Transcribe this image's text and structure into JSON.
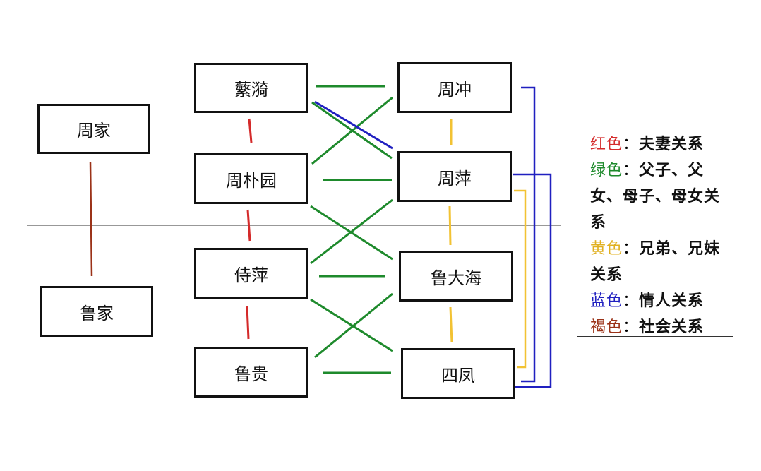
{
  "colors": {
    "red": "#d42a2a",
    "green": "#1e8a2c",
    "yellow": "#f2c233",
    "blue": "#2020c0",
    "brown": "#9b3218",
    "divider": "#777777",
    "border": "#111111"
  },
  "families": {
    "zhou": "周家",
    "lu": "鲁家"
  },
  "people": {
    "fanyi": "蘩漪",
    "zhoupuyuan": "周朴园",
    "shiping": "侍萍",
    "lugui": "鲁贵",
    "zhouchong": "周冲",
    "zhouping": "周萍",
    "ludahai": "鲁大海",
    "sifeng": "四凤"
  },
  "legend": [
    {
      "key": "红色",
      "sep": "：",
      "desc": "夫妻关系",
      "color": "#d42a2a"
    },
    {
      "key": "绿色",
      "sep": "：",
      "desc": "父子、父女、母子、母女关系",
      "color": "#1e8a2c"
    },
    {
      "key": "黄色",
      "sep": "：",
      "desc": "兄弟、兄妹关系",
      "color": "#f2c233"
    },
    {
      "key": "蓝色",
      "sep": "：",
      "desc": "情人关系",
      "color": "#2020c0"
    },
    {
      "key": "褐色",
      "sep": "：",
      "desc": "社会关系",
      "color": "#9b3218"
    }
  ],
  "relations": [
    {
      "from": "fanyi",
      "to": "zhoupuyuan",
      "type": "red"
    },
    {
      "from": "zhoupuyuan",
      "to": "shiping",
      "type": "red"
    },
    {
      "from": "shiping",
      "to": "lugui",
      "type": "red"
    },
    {
      "from": "zhou",
      "to": "lu",
      "type": "brown"
    },
    {
      "from": "fanyi",
      "to": "zhouchong",
      "type": "green"
    },
    {
      "from": "fanyi",
      "to": "zhouping",
      "type": "green"
    },
    {
      "from": "zhoupuyuan",
      "to": "zhouchong",
      "type": "green"
    },
    {
      "from": "zhoupuyuan",
      "to": "zhouping",
      "type": "green"
    },
    {
      "from": "zhoupuyuan",
      "to": "ludahai",
      "type": "green"
    },
    {
      "from": "shiping",
      "to": "zhouping",
      "type": "green"
    },
    {
      "from": "shiping",
      "to": "ludahai",
      "type": "green"
    },
    {
      "from": "shiping",
      "to": "sifeng",
      "type": "green"
    },
    {
      "from": "lugui",
      "to": "ludahai",
      "type": "green"
    },
    {
      "from": "lugui",
      "to": "sifeng",
      "type": "green"
    },
    {
      "from": "zhouchong",
      "to": "zhouping",
      "type": "yellow"
    },
    {
      "from": "zhouping",
      "to": "ludahai",
      "type": "yellow"
    },
    {
      "from": "ludahai",
      "to": "sifeng",
      "type": "yellow"
    },
    {
      "from": "zhouping",
      "to": "sifeng",
      "type": "yellow"
    },
    {
      "from": "fanyi",
      "to": "zhouping",
      "type": "blue"
    },
    {
      "from": "zhouchong",
      "to": "sifeng",
      "type": "blue"
    },
    {
      "from": "zhouping",
      "to": "sifeng",
      "type": "blue"
    }
  ]
}
